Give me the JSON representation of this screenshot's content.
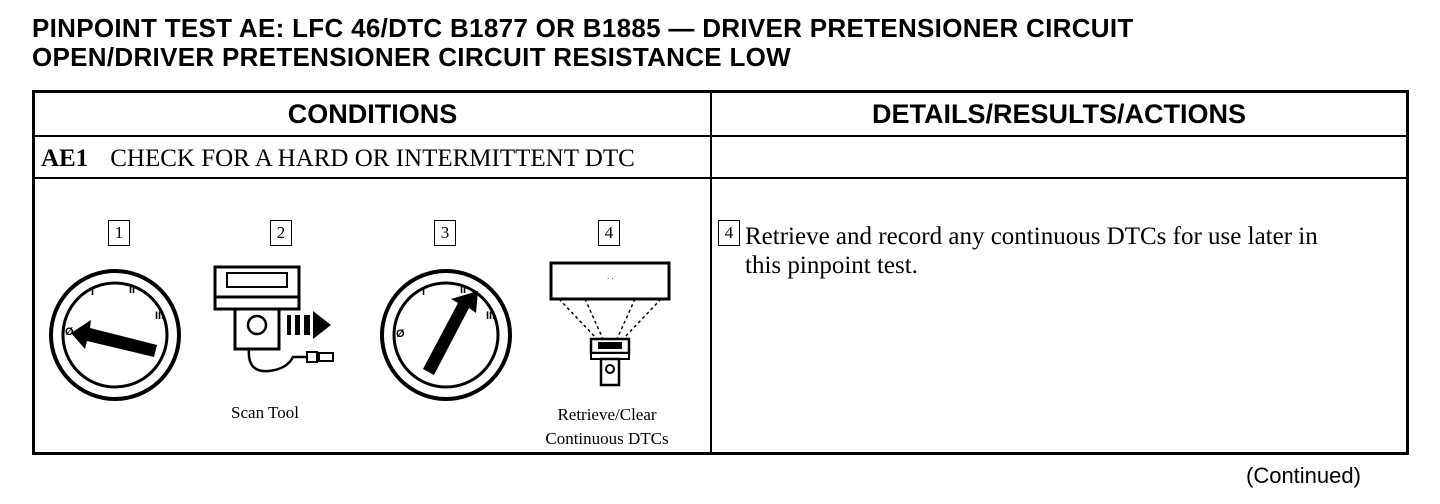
{
  "title": {
    "line1": "PINPOINT TEST AE: LFC 46/DTC B1877 OR B1885 — DRIVER PRETENSIONER CIRCUIT",
    "line2": "OPEN/DRIVER PRETENSIONER CIRCUIT RESISTANCE LOW"
  },
  "table": {
    "headers": [
      "CONDITIONS",
      "DETAILS/RESULTS/ACTIONS"
    ],
    "step": {
      "id": "AE1",
      "title": "CHECK FOR A HARD OR INTERMITTENT DTC"
    },
    "illustrations": [
      {
        "number": "1",
        "caption": "",
        "icon": "ignition-switch-off-icon"
      },
      {
        "number": "2",
        "caption": "Scan Tool",
        "icon": "scan-tool-icon"
      },
      {
        "number": "3",
        "caption": "",
        "icon": "ignition-switch-run-icon"
      },
      {
        "number": "4",
        "caption_line1": "Retrieve/Clear",
        "caption_line2": "Continuous DTCs",
        "icon": "retrieve-dtc-icon"
      }
    ],
    "detail": {
      "number": "4",
      "text": "Retrieve and record any continuous DTCs for use later in this pinpoint test."
    }
  },
  "footer": {
    "continued": "(Continued)"
  }
}
